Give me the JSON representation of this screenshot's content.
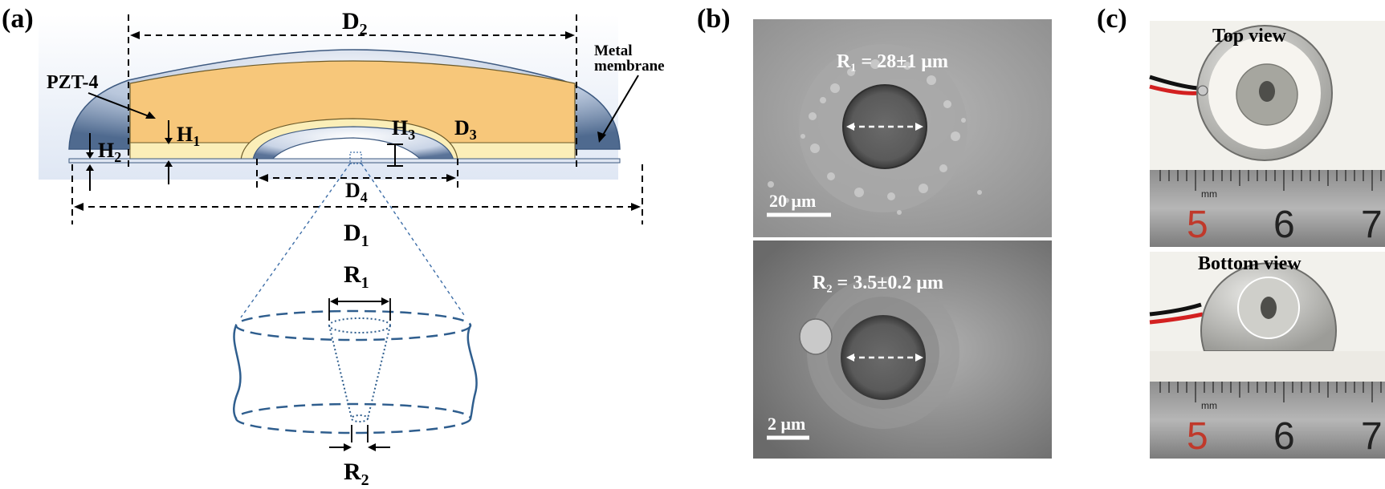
{
  "panels": {
    "a": {
      "tag": "(a)",
      "labels": {
        "D2": "D",
        "D2_sub": "2",
        "D1": "D",
        "D1_sub": "1",
        "D3": "D",
        "D3_sub": "3",
        "D4": "D",
        "D4_sub": "4",
        "H1": "H",
        "H1_sub": "1",
        "H2": "H",
        "H2_sub": "2",
        "H3": "H",
        "H3_sub": "3",
        "pzt": "PZT-4",
        "metal_line1": "Metal",
        "metal_line2": "membrane",
        "R1": "R",
        "R1_sub": "1",
        "R2": "R",
        "R2_sub": "2"
      }
    },
    "b": {
      "tag": "(b)",
      "top_label": "R₁ = 28±1 μm",
      "top_scale": "20 μm",
      "bottom_label": "R₂ = 3.5±0.2 μm",
      "bottom_scale": "2 μm"
    },
    "c": {
      "tag": "(c)",
      "top_title": "Top view",
      "bottom_title": "Bottom view",
      "ruler_unit": "mm",
      "ruler_numbers": [
        "5",
        "6",
        "7"
      ]
    }
  },
  "colors": {
    "pzt_fill": "#f7c77a",
    "pzt_inner_fill": "#fbeeb8",
    "membrane_gradient_light": "#e8eef7",
    "membrane_gradient_dark": "#6f87a8",
    "line_blue": "#2f5e8e",
    "sem_gray": "#a6a6a6",
    "ruler_red": "#c0392b"
  }
}
